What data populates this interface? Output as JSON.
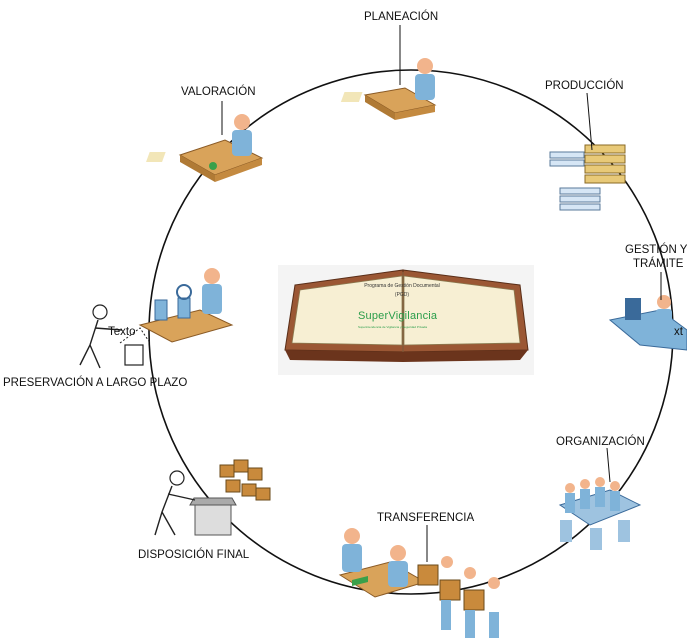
{
  "center": {
    "book_line1": "Programa de Gestión Documental",
    "book_line2": "(PGD)",
    "brand": "SuperVigilancia",
    "brand_sub": "Superintendencia de Vigilancia y Seguridad Privada"
  },
  "stages": {
    "planeacion": "PLANEACIÓN",
    "produccion": "PRODUCCIÓN",
    "gestion_line1": "GESTIÓN Y",
    "gestion_line2": "TRÁMITE",
    "organizacion": "ORGANIZACIÓN",
    "transferencia": "TRANSFERENCIA",
    "disposicion": "DISPOSICIÓN FINAL",
    "preservacion": "PRESERVACIÓN A LARGO PLAZO",
    "valoracion": "VALORACIÓN"
  },
  "placeholder_text": "Texto",
  "placeholder_fragment": "xt",
  "colors": {
    "desk": "#d9a35a",
    "skin": "#f2b48c",
    "shirt": "#7fb3d9",
    "box": "#c98a3c",
    "paper": "#f2e6b8",
    "book_cover": "#8b4a2b",
    "brand_green": "#2a9d4a"
  }
}
